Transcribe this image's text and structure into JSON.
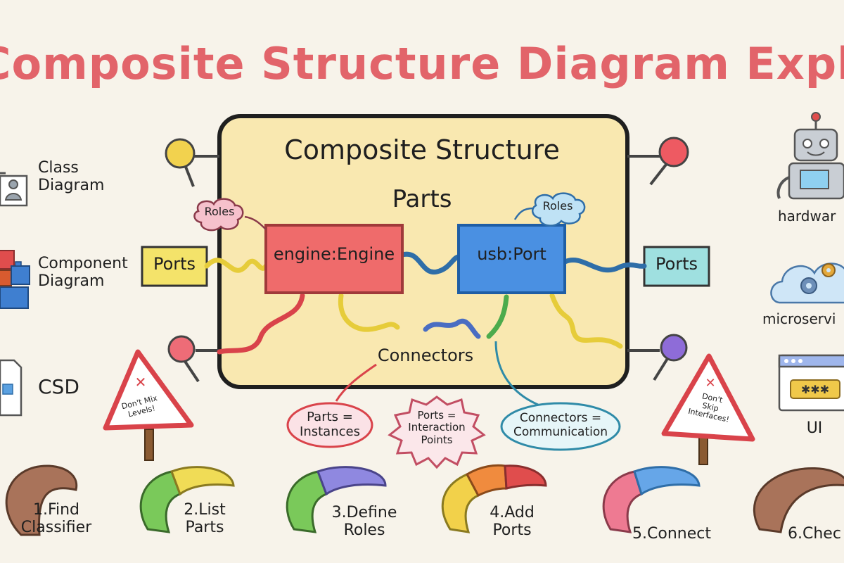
{
  "title": "Composite Structure Diagram Explained",
  "main": {
    "heading": "Composite Structure",
    "parts_label": "Parts",
    "connectors_label": "Connectors",
    "roles_left": "Roles",
    "roles_right": "Roles",
    "part_engine": "engine:Engine",
    "part_usb": "usb:Port",
    "ports_left": "Ports",
    "ports_right": "Ports"
  },
  "callouts": {
    "parts_instances": [
      "Parts =",
      "Instances"
    ],
    "ports_interaction": [
      "Ports =",
      "Interaction",
      "Points"
    ],
    "connectors_communication": [
      "Connectors =",
      "Communication"
    ]
  },
  "left_panel": {
    "class_diagram": [
      "Class",
      "Diagram"
    ],
    "component_diagram": [
      "Component",
      "Diagram"
    ],
    "csd": "CSD"
  },
  "right_panel": {
    "hardware": "hardwar",
    "microservices": "microservi",
    "ui": "UI"
  },
  "warnings": {
    "left": [
      "Don't Mix",
      "Levels!"
    ],
    "right": [
      "Don't",
      "Skip",
      "Interfaces!"
    ]
  },
  "steps": [
    {
      "lines": [
        "1.Find",
        "Classifier"
      ]
    },
    {
      "lines": [
        "2.List",
        "Parts"
      ]
    },
    {
      "lines": [
        "3.Define",
        "Roles"
      ]
    },
    {
      "lines": [
        "4.Add",
        "Ports"
      ]
    },
    {
      "lines": [
        "5.Connect"
      ]
    },
    {
      "lines": [
        "6.Chec"
      ]
    }
  ],
  "colors": {
    "title": "#e2646a",
    "engine_fill": "#ef6b6b",
    "usb_fill": "#4a90e2",
    "frame_fill": "#f9e8b0",
    "port_left": "#f4e36a",
    "port_right": "#9fe0e0"
  }
}
